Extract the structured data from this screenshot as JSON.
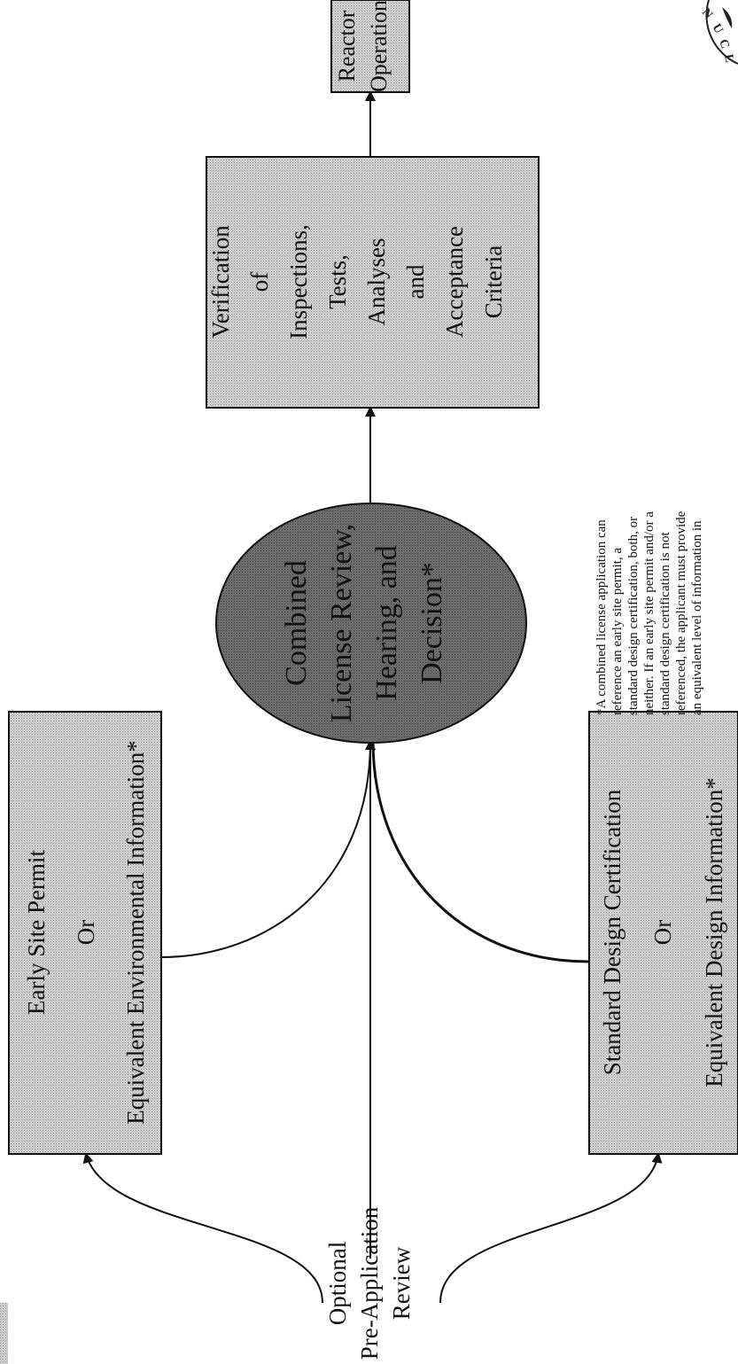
{
  "pre_application": {
    "line1": "Optional",
    "line2": "Pre-Application",
    "line3": "Review"
  },
  "early_site": {
    "line1": "Early Site Permit",
    "line2": "Or",
    "line3": "Equivalent Environmental Information*"
  },
  "standard_design": {
    "line1": "Standard Design Certification",
    "line2": "Or",
    "line3": "Equivalent Design Information*"
  },
  "combined_license": {
    "line1": "Combined",
    "line2": "License Review,",
    "line3": "Hearing, and",
    "line4": "Decision*"
  },
  "verification": {
    "line1": "Verification",
    "line2": "of",
    "line3": "Inspections,",
    "line4": "Tests,",
    "line5": "Analyses",
    "line6": "and",
    "line7": "Acceptance",
    "line8": "Criteria"
  },
  "reactor": {
    "line1": "Reactor",
    "line2": "Operation"
  },
  "footnote": {
    "line1": "*A combined license application can",
    "line2": "reference an early site permit, a",
    "line3": "standard design certification, both, or",
    "line4": "neither.  If an early site permit and/or a",
    "line5": "standard design certification is not",
    "line6": "referenced, the applicant must provide",
    "line7": "an equivalent level of information in"
  },
  "colors": {
    "box_fill": "#c9c9c9",
    "circle_fill": "#6d6d6d",
    "stroke": "#111111"
  }
}
